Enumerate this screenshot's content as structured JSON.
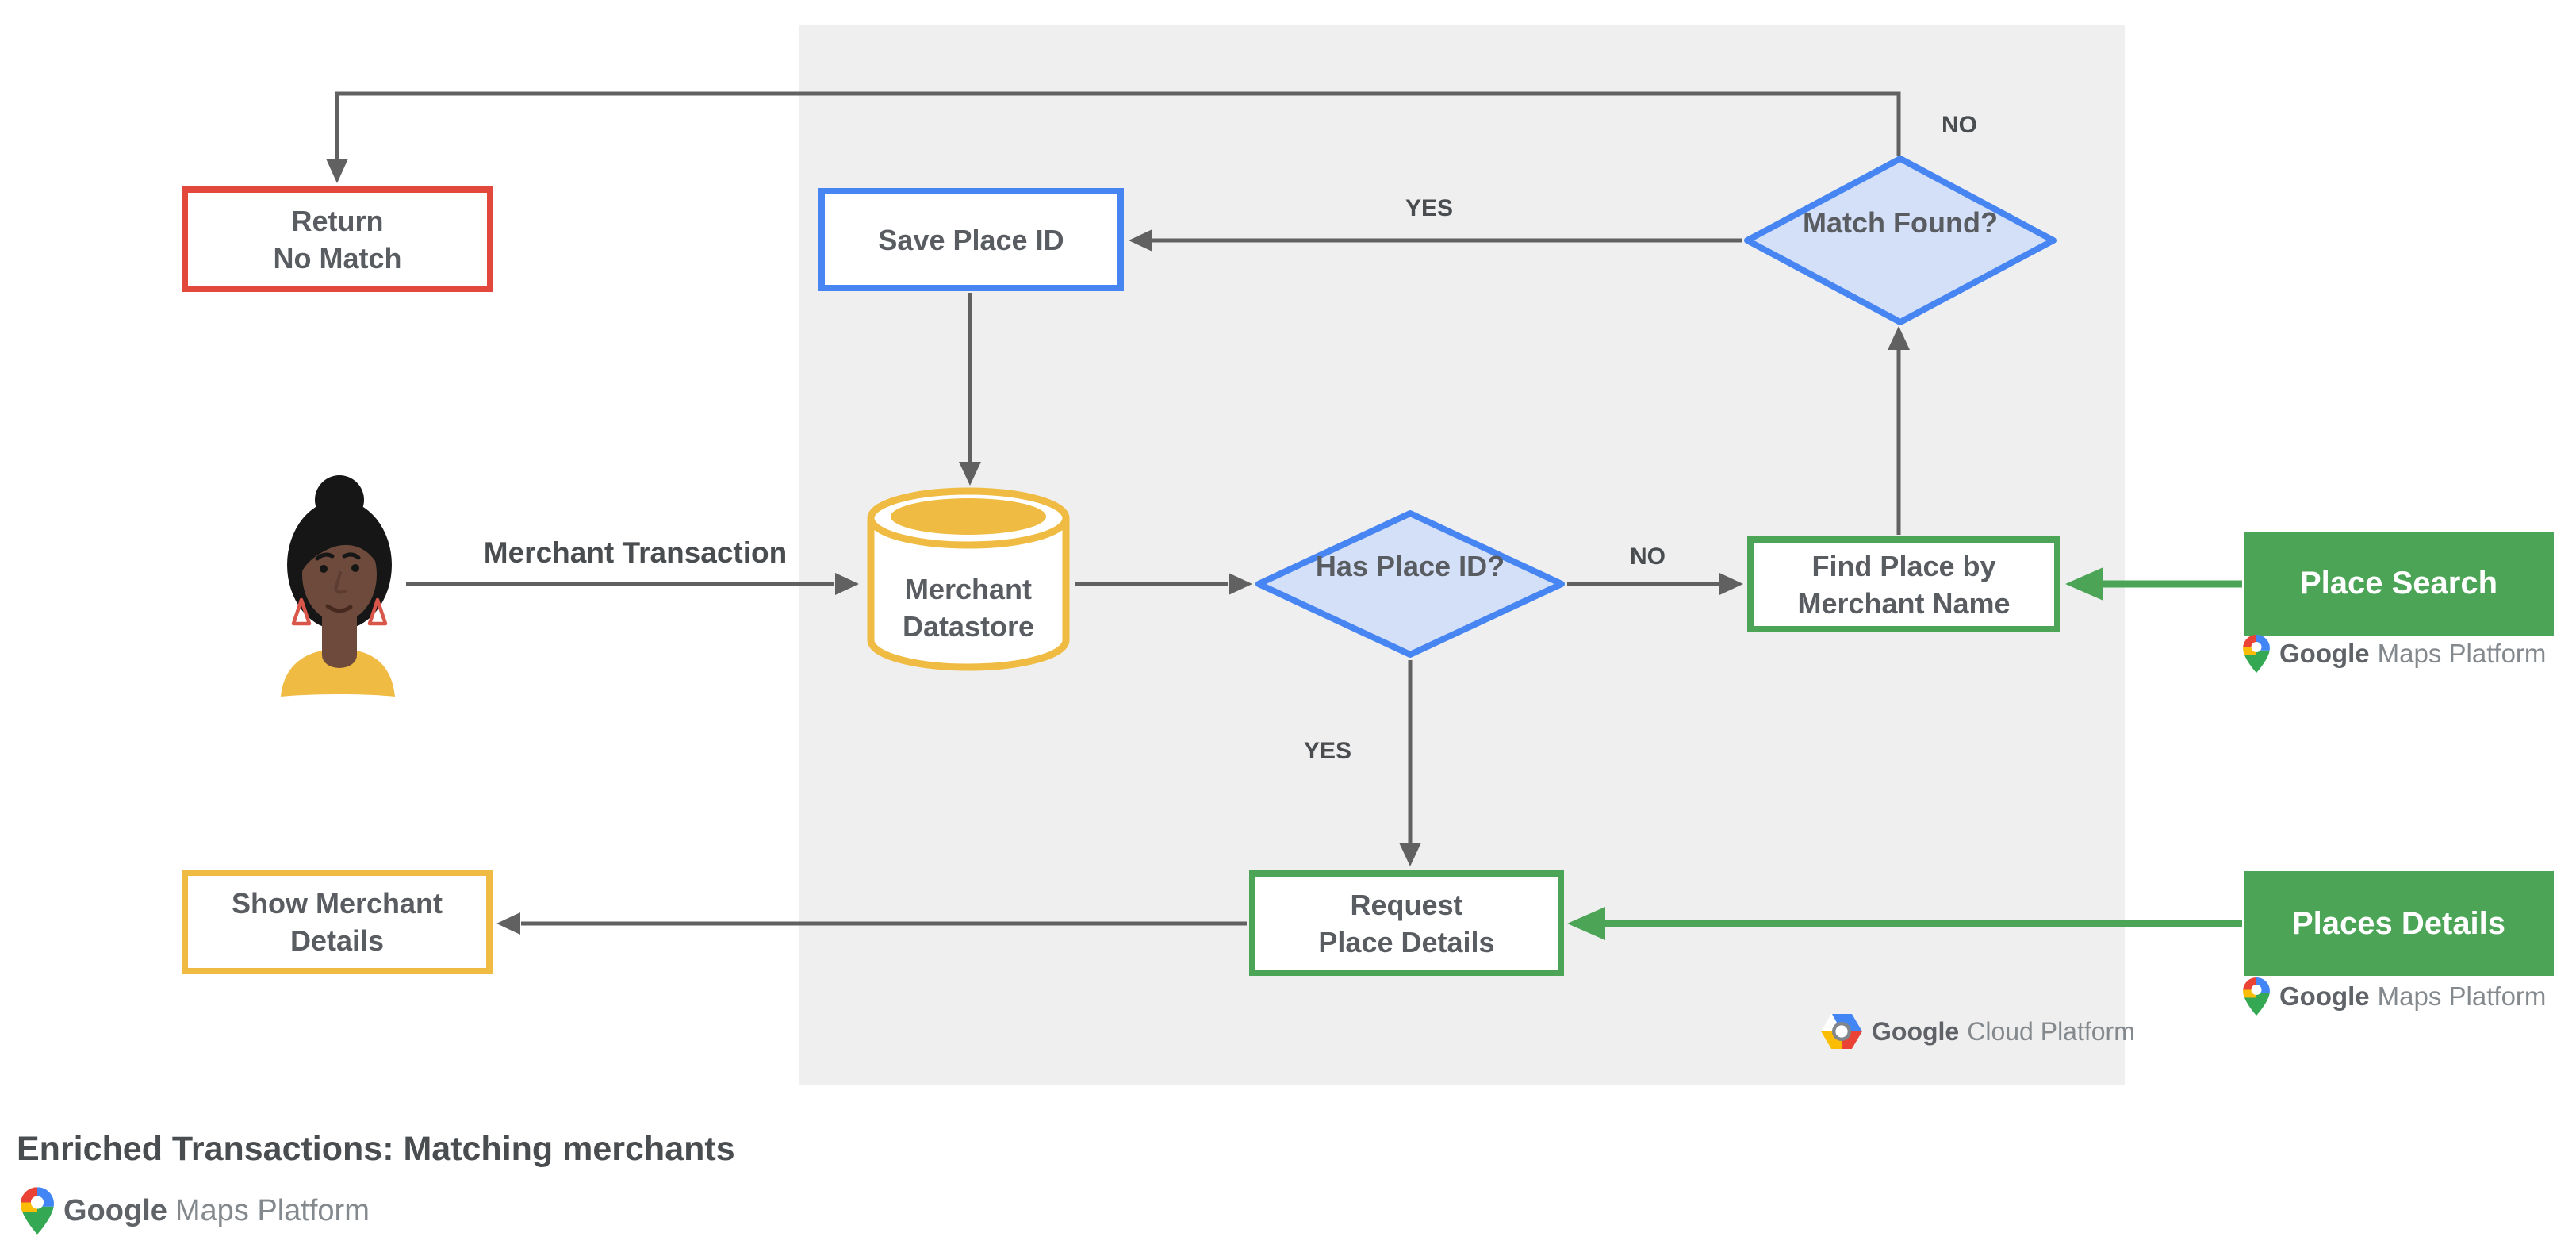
{
  "title": "Enriched Transactions: Matching merchants",
  "nodes": {
    "return_no_match": {
      "lines": [
        "Return",
        "No Match"
      ]
    },
    "save_place_id": {
      "lines": [
        "Save Place ID"
      ]
    },
    "match_found": {
      "lines": [
        "Match",
        "Found?"
      ]
    },
    "merchant_datastore": {
      "lines": [
        "Merchant",
        "Datastore"
      ]
    },
    "has_place_id": {
      "lines": [
        "Has",
        "Place ID?"
      ]
    },
    "find_place_by_merchant_name": {
      "lines": [
        "Find Place by",
        "Merchant Name"
      ]
    },
    "place_search": {
      "label": "Place Search"
    },
    "request_place_details": {
      "lines": [
        "Request",
        "Place Details"
      ]
    },
    "places_details": {
      "label": "Places Details"
    },
    "show_merchant_details": {
      "lines": [
        "Show Merchant",
        "Details"
      ]
    }
  },
  "edge_labels": {
    "match_found_no": "NO",
    "match_found_yes": "YES",
    "has_place_id_no": "NO",
    "has_place_id_yes": "YES",
    "merchant_transaction": "Merchant Transaction"
  },
  "logos": {
    "google_maps_platform": {
      "brand": "Google",
      "product": "Maps Platform"
    },
    "google_cloud_platform": {
      "brand": "Google",
      "product": "Cloud Platform"
    }
  },
  "colors": {
    "red": "#E2483B",
    "blue": "#4786F2",
    "blue-fill": "#D4E0F8",
    "yellow": "#F0BB43",
    "green": "#4CA456",
    "line": "#616161",
    "text": "#595C60",
    "text-dark": "#4A4D50",
    "panel": "#EFEFEF",
    "logo-dark": "#5F6368",
    "logo-light": "#84898E",
    "g-blue": "#4285F4",
    "g-red": "#EA4335",
    "g-yellow": "#FBBC04",
    "g-green": "#34A853"
  }
}
